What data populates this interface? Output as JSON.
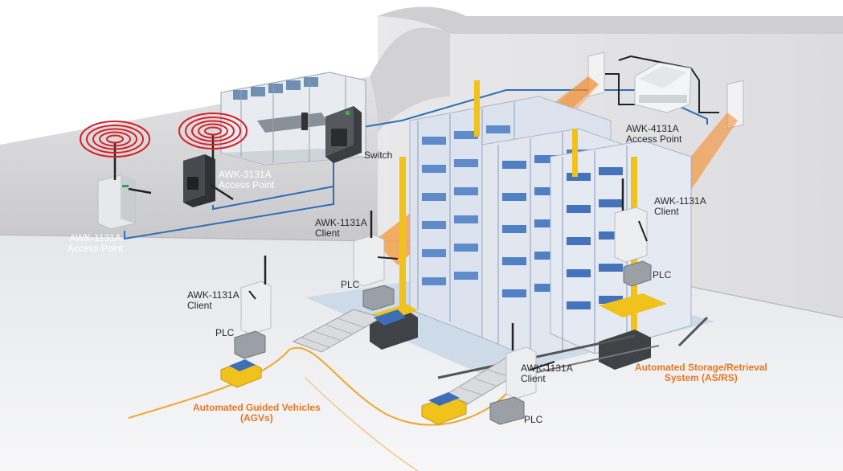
{
  "labels": {
    "ap_left": [
      "AWK-1131A",
      "Access Point"
    ],
    "ap_3131": [
      "AWK-3131A",
      "Access Point"
    ],
    "switch": "Switch",
    "ap_4131": [
      "AWK-4131A",
      "Access Point"
    ],
    "client_center": [
      "AWK-1131A",
      "Client"
    ],
    "plc_center": "PLC",
    "client_right": [
      "AWK-1131A",
      "Client"
    ],
    "plc_right": "PLC",
    "client_left": [
      "AWK-1131A",
      "Client"
    ],
    "plc_left": "PLC",
    "client_bottom": [
      "AWK-1131A",
      "Client"
    ],
    "plc_bottom": "PLC",
    "asrs": [
      "Automated Storage/Retrieval",
      "System (AS/RS)"
    ],
    "agv": [
      "Automated Guided Vehicles",
      "(AGVs)"
    ]
  },
  "colors": {
    "wall": "#d6d6d8",
    "floor": "#eeeff1",
    "cable_blue": "#2d6fb5",
    "signal_orange": "#f2923a",
    "agv_line": "#f0a62a",
    "rack": "#b9c3d6",
    "crate": "#4f7fc4",
    "crane_yellow": "#f1c21b",
    "label_orange": "#e8761e",
    "signal_red": "#d52027"
  }
}
